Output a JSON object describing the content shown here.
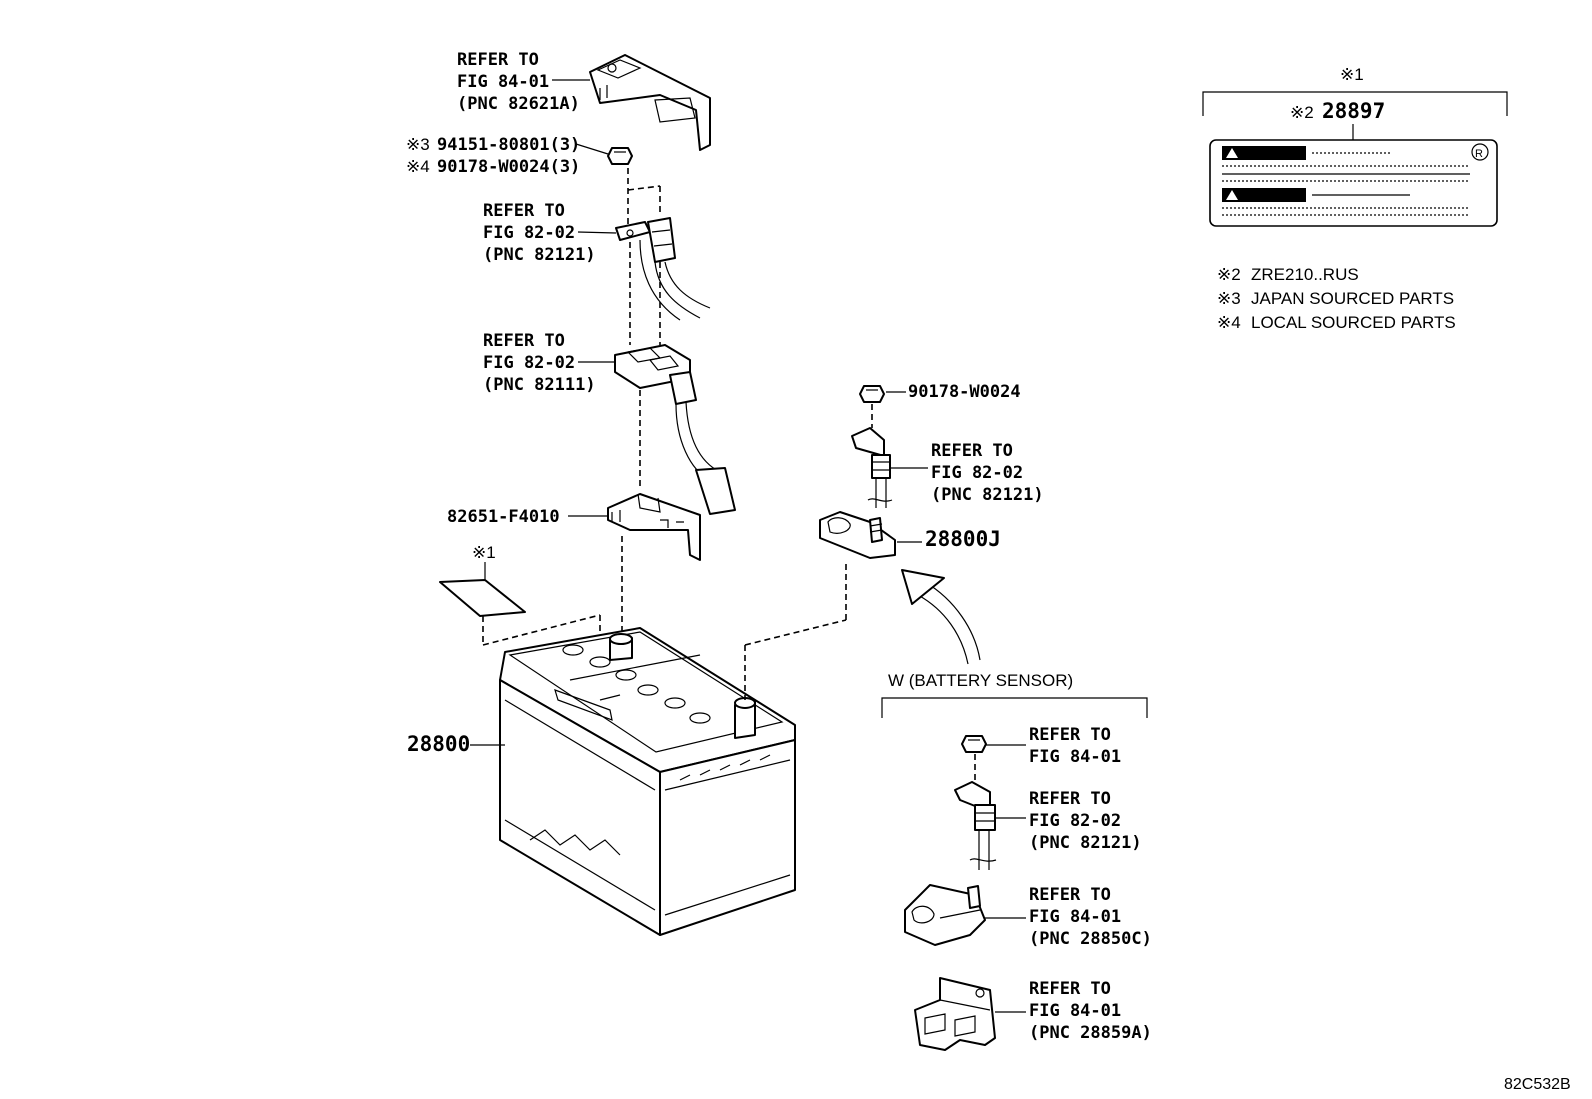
{
  "cover": {
    "l1": "REFER TO",
    "l2": "FIG 84-01",
    "l3": "(PNC 82621A)"
  },
  "nut_top": {
    "l1_mark": "※3",
    "l1": "94151-80801(3)",
    "l2_mark": "※4",
    "l2": "90178-W0024(3)"
  },
  "wire1": {
    "l1": "REFER TO",
    "l2": "FIG 82-02",
    "l3": "(PNC 82121)"
  },
  "wire2": {
    "l1": "REFER TO",
    "l2": "FIG 82-02",
    "l3": "(PNC 82111)"
  },
  "clamp": {
    "label": "82651-F4010"
  },
  "label_mark_left": "※1",
  "battery": {
    "label": "28800"
  },
  "nut_right": {
    "label": "90178-W0024"
  },
  "wire3": {
    "l1": "REFER TO",
    "l2": "FIG 82-02",
    "l3": "(PNC 82121)"
  },
  "terminal": {
    "label": "28800J"
  },
  "sensor_group": {
    "title": "W (BATTERY SENSOR)",
    "nut": {
      "l1": "REFER TO",
      "l2": "FIG 84-01"
    },
    "wire": {
      "l1": "REFER TO",
      "l2": "FIG 82-02",
      "l3": "(PNC 82121)"
    },
    "sensor": {
      "l1": "REFER TO",
      "l2": "FIG 84-01",
      "l3": "(PNC 28850C)"
    },
    "bracket": {
      "l1": "REFER TO",
      "l2": "FIG 84-01",
      "l3": "(PNC 28859A)"
    }
  },
  "caution_label": {
    "mark1": "※1",
    "mark2": "※2",
    "part": "28897"
  },
  "notes": [
    {
      "mark": "※2",
      "text": "ZRE210..RUS"
    },
    {
      "mark": "※3",
      "text": "JAPAN SOURCED PARTS"
    },
    {
      "mark": "※4",
      "text": "LOCAL SOURCED PARTS"
    }
  ],
  "figure_code": "82C532B"
}
